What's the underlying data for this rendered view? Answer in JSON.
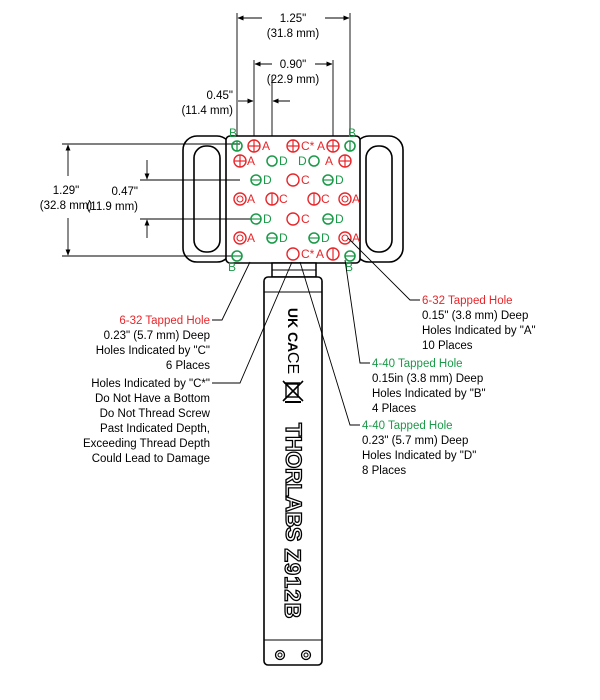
{
  "dimensions": {
    "width_in": "1.25\"",
    "width_mm": "(31.8 mm)",
    "spacing_in": "0.90\"",
    "spacing_mm": "(22.9 mm)",
    "offset_in": "0.45\"",
    "offset_mm": "(11.4 mm)",
    "height_in": "1.29\"",
    "height_mm": "(32.8 mm)",
    "pitch_in": "0.47\"",
    "pitch_mm": "(11.9 mm)"
  },
  "hole_labels": {
    "a": "A",
    "b": "B",
    "c": "C",
    "c_star": "C*",
    "d": "D"
  },
  "callouts": {
    "c_holes": {
      "title": "6-32 Tapped Hole",
      "line1": "0.23\" (5.7 mm) Deep",
      "line2": "Holes Indicated by \"C\"",
      "line3": "6 Places"
    },
    "c_star_note": {
      "line1": "Holes Indicated by \"C*\"",
      "line2": "Do Not Have a Bottom",
      "line3": "Do Not Thread Screw",
      "line4": "Past Indicated Depth,",
      "line5": "Exceeding Thread Depth",
      "line6": "Could Lead to Damage"
    },
    "a_holes": {
      "title": "6-32 Tapped Hole",
      "line1": "0.15\" (3.8 mm) Deep",
      "line2": "Holes Indicated by \"A\"",
      "line3": "10 Places"
    },
    "b_holes": {
      "title": "4-40 Tapped Hole",
      "line1": "0.15in (3.8 mm) Deep",
      "line2": "Holes Indicated by \"B\"",
      "line3": "4 Places"
    },
    "d_holes": {
      "title": "4-40 Tapped Hole",
      "line1": "0.23\" (5.7 mm) Deep",
      "line2": "Holes Indicated by \"D\"",
      "line3": "8 Places"
    }
  },
  "handle": {
    "brand": "THORLABS",
    "model": "Z912B",
    "cert_marks": [
      "UK CA",
      "CE",
      "weee-bin-icon"
    ]
  },
  "colors": {
    "tapped_6_32": "#e8262a",
    "tapped_4_40": "#1a9a48",
    "outline": "#000000",
    "background": "#ffffff"
  }
}
